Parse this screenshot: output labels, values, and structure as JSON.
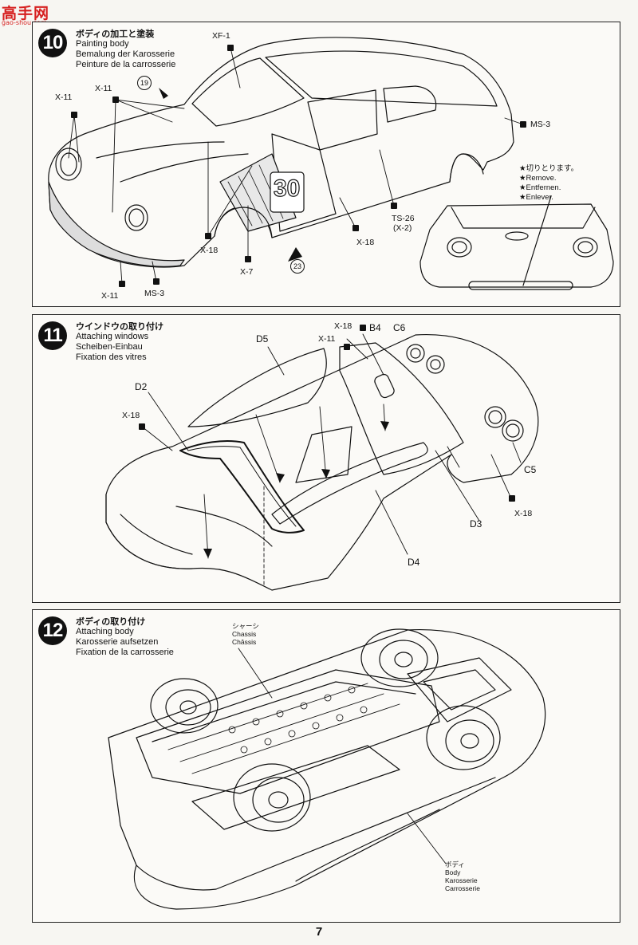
{
  "logo": {
    "glyphs": "高手网",
    "url": "gao-shou.com"
  },
  "step10": {
    "number": "10",
    "title_jp": "ボディの加工と塗装",
    "title_en": "Painting body",
    "title_de": "Bemalung der Karosserie",
    "title_fr": "Peinture de la carrosserie",
    "callouts": {
      "xf1": "XF-1",
      "x11_a": "X-11",
      "x11_b": "X-11",
      "x11_c": "X-11",
      "x18_a": "X-18",
      "x18_b": "X-18",
      "x7": "X-7",
      "ms3_a": "MS-3",
      "ms3_b": "MS-3",
      "ts26": "TS-26",
      "ts26_sub": "(X-2)",
      "decal19": "19",
      "decal23": "23",
      "race_number": "30"
    },
    "remove_note": {
      "jp": "★切りとります。",
      "en": "★Remove.",
      "de": "★Entfernen.",
      "fr": "★Enlever."
    }
  },
  "step11": {
    "number": "11",
    "title_jp": "ウインドウの取り付け",
    "title_en": "Attaching windows",
    "title_de": "Scheiben-Einbau",
    "title_fr": "Fixation des vitres",
    "callouts": {
      "d5": "D5",
      "d2": "D2",
      "d3": "D3",
      "d4": "D4",
      "b4": "B4",
      "c6": "C6",
      "c5": "C5",
      "x18_a": "X-18",
      "x18_b": "X-18",
      "x18_c": "X-18",
      "x11": "X-11"
    }
  },
  "step12": {
    "number": "12",
    "title_jp": "ボディの取り付け",
    "title_en": "Attaching body",
    "title_de": "Karosserie aufsetzen",
    "title_fr": "Fixation de la carrosserie",
    "chassis": {
      "jp": "シャーシ",
      "en": "Chassis",
      "fr": "Châssis"
    },
    "body": {
      "jp": "ボディ",
      "en": "Body",
      "de": "Karosserie",
      "fr": "Carrosserie"
    }
  },
  "page_number": "7"
}
